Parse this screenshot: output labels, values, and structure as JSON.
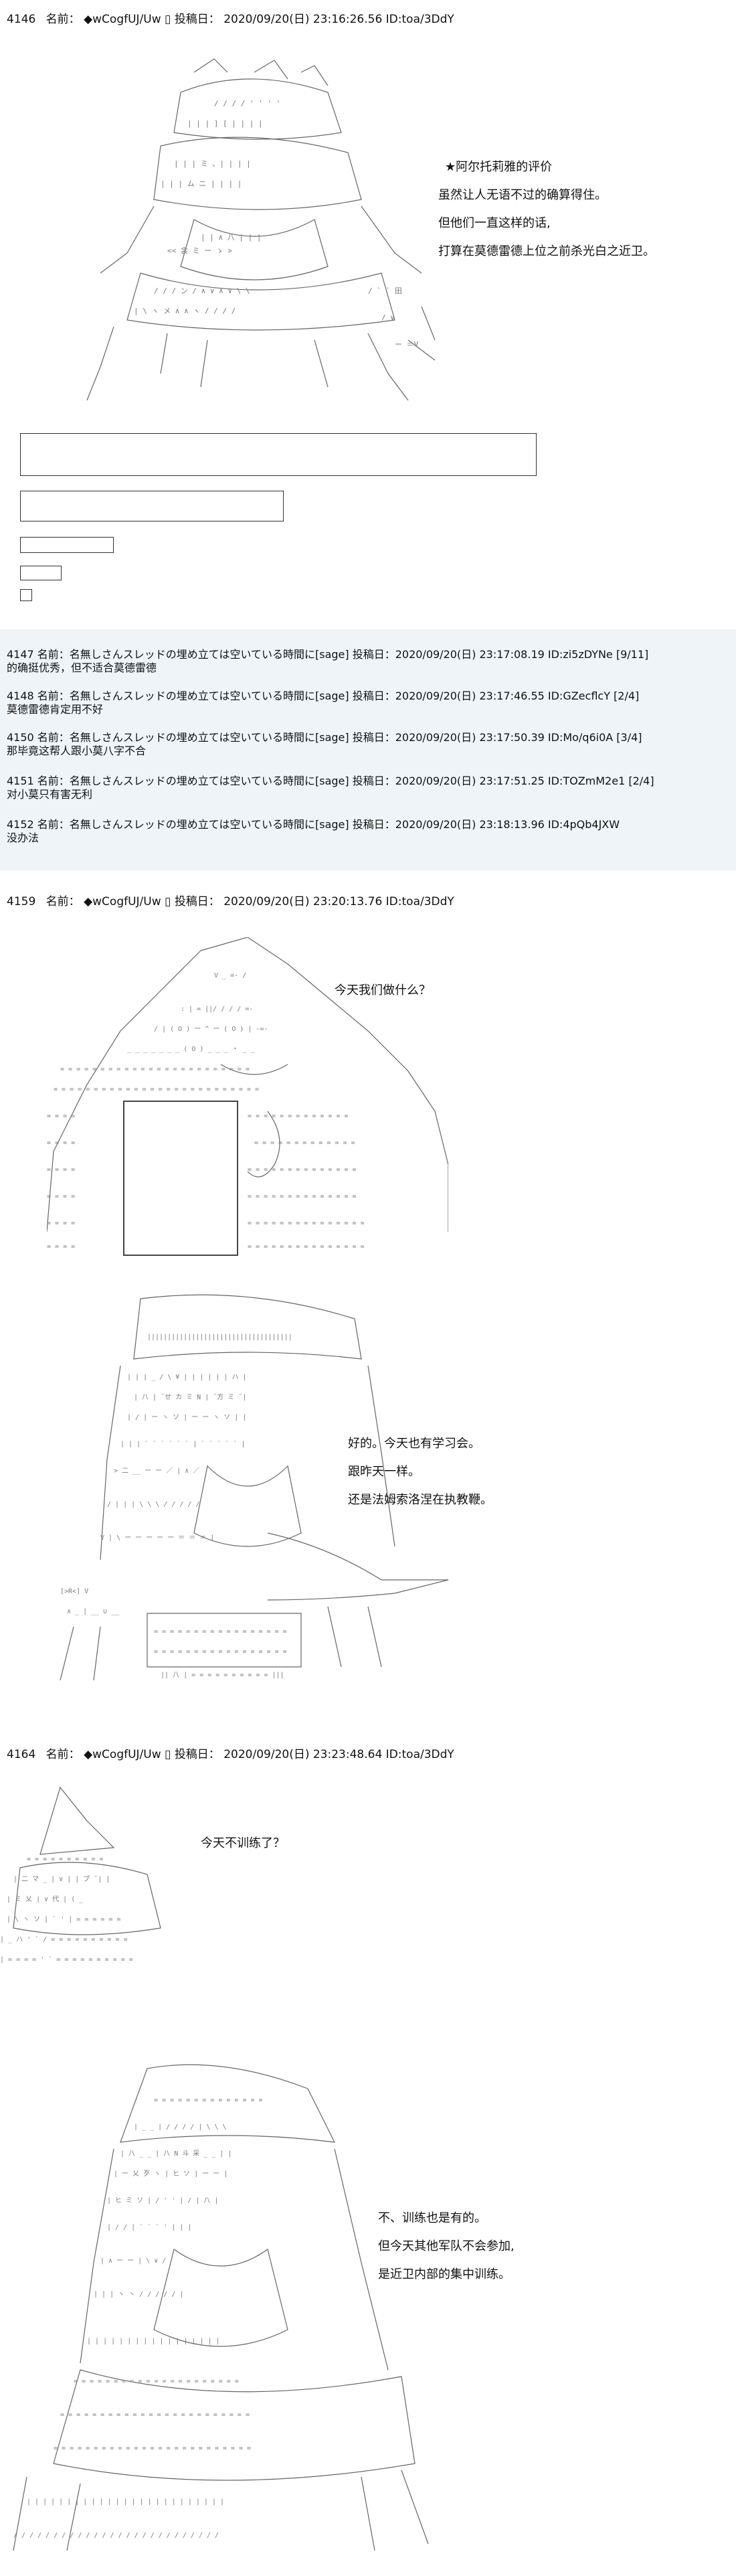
{
  "posts": [
    {
      "number": "4146",
      "name_label": "名前：",
      "poster": "◆wCogfUJ/Uw",
      "poster_icon": "square-icon",
      "date_label": "投稿日：",
      "date": "2020/09/20(日) 23:16:26.56",
      "id": "ID:toa/3DdY"
    },
    {
      "number": "4159",
      "name_label": "名前：",
      "poster": "◆wCogfUJ/Uw",
      "poster_icon": "square-icon",
      "date_label": "投稿日：",
      "date": "2020/09/20(日) 23:20:13.76",
      "id": "ID:toa/3DdY"
    },
    {
      "number": "4164",
      "name_label": "名前：",
      "poster": "◆wCogfUJ/Uw",
      "poster_icon": "square-icon",
      "date_label": "投稿日：",
      "date": "2020/09/20(日) 23:23:48.64",
      "id": "ID:toa/3DdY"
    }
  ],
  "dialogue": {
    "p1": {
      "title": "★阿尔托莉雅的评价",
      "lines": [
        "虽然让人无语不过的确算得住。",
        "但他们一直这样的话,",
        "打算在莫德雷德上位之前杀光白之近卫。"
      ]
    },
    "p2a": {
      "lines": [
        "今天我们做什么？"
      ]
    },
    "p2b": {
      "lines": [
        "好的。今天也有学习会。",
        "跟昨天一样。",
        "还是法姆索洛涅在执教鞭。"
      ]
    },
    "p3a": {
      "lines": [
        "今天不训练了？"
      ]
    },
    "p3b": {
      "lines": [
        "不、训练也是有的。",
        "但今天其他军队不会参加,",
        "是近卫内部的集中训练。"
      ]
    }
  },
  "replies": [
    {
      "header": "4147 名前：名無しさんスレッドの埋め立ては空いている時間に[sage] 投稿日：2020/09/20(日) 23:17:08.19 ID:zi5zDYNe [9/11]",
      "body": "的确挺优秀，但不适合莫德雷德"
    },
    {
      "header": "4148 名前：名無しさんスレッドの埋め立ては空いている時間に[sage] 投稿日：2020/09/20(日) 23:17:46.55 ID:GZecflcY [2/4]",
      "body": "莫德雷德肯定用不好"
    },
    {
      "header": "4150 名前：名無しさんスレッドの埋め立ては空いている時間に[sage] 投稿日：2020/09/20(日) 23:17:50.39 ID:Mo/q6i0A [3/4]",
      "body": "那毕竟这帮人跟小莫八字不合"
    },
    {
      "header": "4151 名前：名無しさんスレッドの埋め立ては空いている時間に[sage] 投稿日：2020/09/20(日) 23:17:51.25 ID:TOZmM2e1 [2/4]",
      "body": "对小莫只有害无利"
    },
    {
      "header": "4152 名前：名無しさんスレッドの埋め立ては空いている時間に[sage] 投稿日：2020/09/20(日) 23:18:13.96 ID:4pQb4JXW",
      "body": "没办法"
    }
  ],
  "colors": {
    "background": "#ffffff",
    "reply_band": "#eef4f8",
    "text": "#111111",
    "ascii_art": "#555555"
  }
}
